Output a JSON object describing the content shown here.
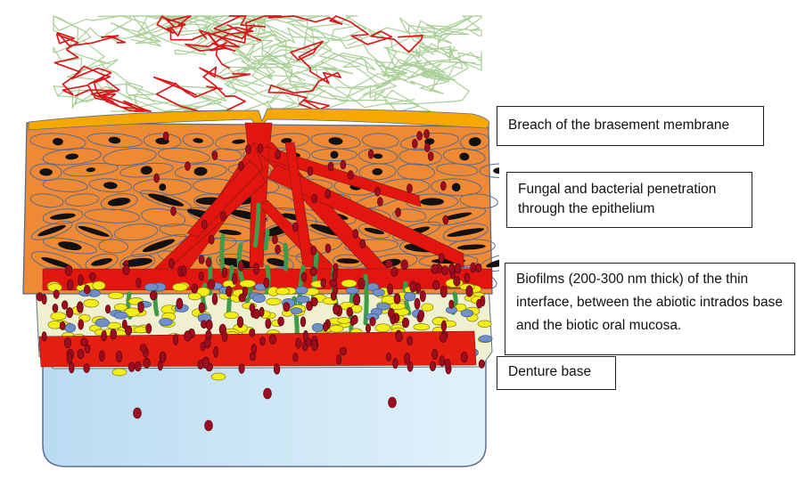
{
  "labels": {
    "breach": "Breach of the brasement membrane",
    "fungal": "Fungal and bacterial penetration through the epithelium",
    "biofilm": "Biofilms (200-300 nm thick) of the thin interface, between the abiotic intrados base and the biotic oral mucosa.",
    "denture": "Denture base"
  },
  "colors": {
    "fibers_green": "#a9cf96",
    "fibers_red": "#d7191c",
    "basement_membrane": "#f5a800",
    "epithelium": "#ee8a35",
    "epithelium_outline": "#5a6b8a",
    "nucleus": "#111111",
    "invasion_red": "#e3150f",
    "hyphae": "#3f9a4a",
    "biofilm_bg": "#eef0d0",
    "yeast_yellow": "#f3ee18",
    "yeast_blue": "#6e8fc8",
    "bacteria_red": "#9d0d1e",
    "denture": "#cfe7f6",
    "denture_outline": "#5e6f90",
    "red_band": "#e41f11"
  }
}
